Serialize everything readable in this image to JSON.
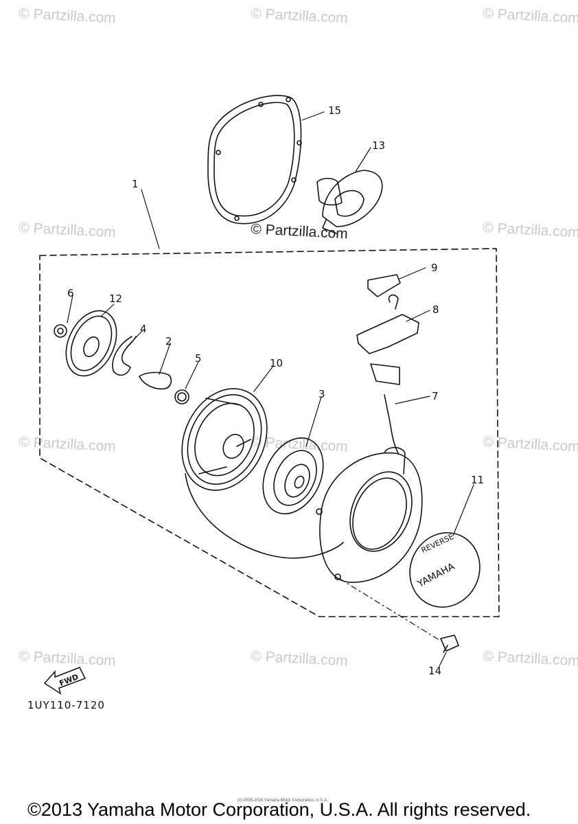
{
  "watermark": "© Partzilla.com",
  "center_watermark": "© Partzilla.com",
  "diagram": {
    "callouts": [
      "1",
      "2",
      "3",
      "4",
      "5",
      "6",
      "7",
      "8",
      "9",
      "10",
      "11",
      "12",
      "13",
      "14",
      "15"
    ],
    "fwd_label": "FWD",
    "cover_text_top": "REVERSE",
    "cover_text_bottom": "YAMAHA",
    "diagram_code": "1UY110-7120"
  },
  "footer": {
    "tiny_text": "(c) 2005-2016 Yamaha Motor Corporation, U.S.A.",
    "copyright": "©2013 Yamaha Motor Corporation, U.S.A. All rights reserved."
  }
}
